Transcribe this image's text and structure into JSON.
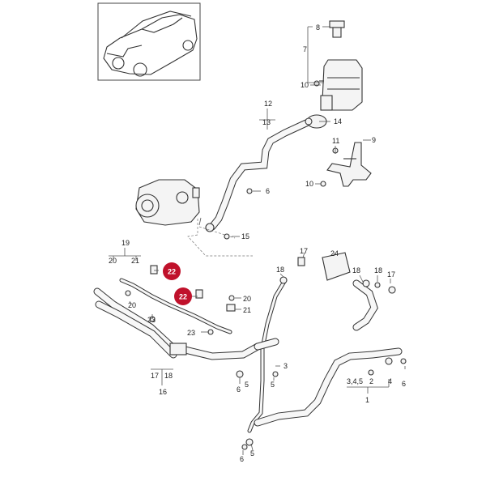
{
  "callouts": {
    "c1": "1",
    "c2": "2",
    "c3": "3",
    "c345": "3,4,5",
    "c4": "4",
    "c5a": "5",
    "c5b": "5",
    "c5c": "5",
    "c6a": "6",
    "c6b": "6",
    "c6c": "6",
    "c6d": "6",
    "c7": "7",
    "c8": "8",
    "c9": "9",
    "c10a": "10",
    "c10b": "10",
    "c11": "11",
    "c12": "12",
    "c13": "13",
    "c14": "14",
    "c15": "15",
    "c16": "16",
    "c17a": "17",
    "c17b": "17",
    "c18a": "18",
    "c18b": "18",
    "c18c": "18",
    "c19": "19",
    "c20a": "20",
    "c20b": "20",
    "c20c": "20",
    "c21a": "21",
    "c21b": "21",
    "c22a": "22",
    "c22b": "22",
    "c23a": "23",
    "c23b": "23",
    "c24": "24"
  },
  "colors": {
    "highlight": "#c0112b",
    "line": "#333333"
  }
}
